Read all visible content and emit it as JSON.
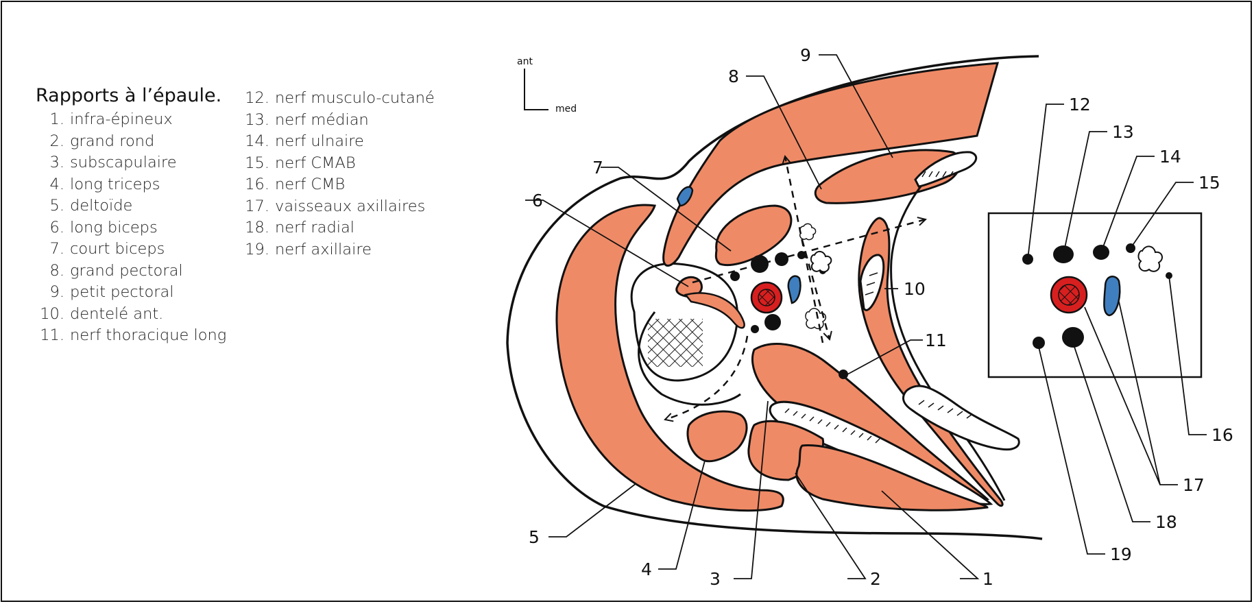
{
  "legend": {
    "title": "Rapports à l’épaule.",
    "col1": [
      {
        "num": "1.",
        "label": "infra-épineux"
      },
      {
        "num": "2.",
        "label": "grand rond"
      },
      {
        "num": "3.",
        "label": "subscapulaire"
      },
      {
        "num": "4.",
        "label": "long triceps"
      },
      {
        "num": "5.",
        "label": "deltoïde"
      },
      {
        "num": "6.",
        "label": "long biceps"
      },
      {
        "num": "7.",
        "label": "court biceps"
      },
      {
        "num": "8.",
        "label": "grand pectoral"
      },
      {
        "num": "9.",
        "label": "petit pectoral"
      },
      {
        "num": "10.",
        "label": "dentelé ant."
      },
      {
        "num": "11.",
        "label": "nerf thoracique long"
      }
    ],
    "col2": [
      {
        "num": "12.",
        "label": "nerf musculo-cutané"
      },
      {
        "num": "13.",
        "label": "nerf médian"
      },
      {
        "num": "14.",
        "label": "nerf ulnaire"
      },
      {
        "num": "15.",
        "label": "nerf CMAB"
      },
      {
        "num": "16.",
        "label": "nerf CMB"
      },
      {
        "num": "17.",
        "label": "vaisseaux axillaires"
      },
      {
        "num": "18.",
        "label": "nerf radial"
      },
      {
        "num": "19.",
        "label": "nerf axillaire"
      }
    ]
  },
  "orientation": {
    "anterior": "ant",
    "medial": "med"
  },
  "callouts": {
    "n1": "1",
    "n2": "2",
    "n3": "3",
    "n4": "4",
    "n5": "5",
    "n6": "6",
    "n7": "7",
    "n8": "8",
    "n9": "9",
    "n10": "10",
    "n11": "11",
    "n12": "12",
    "n13": "13",
    "n14": "14",
    "n15": "15",
    "n16": "16",
    "n17": "17",
    "n18": "18",
    "n19": "19"
  },
  "colors": {
    "muscle": "#ef8a66",
    "outline": "#111111",
    "artery": "#d81f1f",
    "vein": "#3f7fc0",
    "nerve": "#111111",
    "background": "#ffffff"
  }
}
